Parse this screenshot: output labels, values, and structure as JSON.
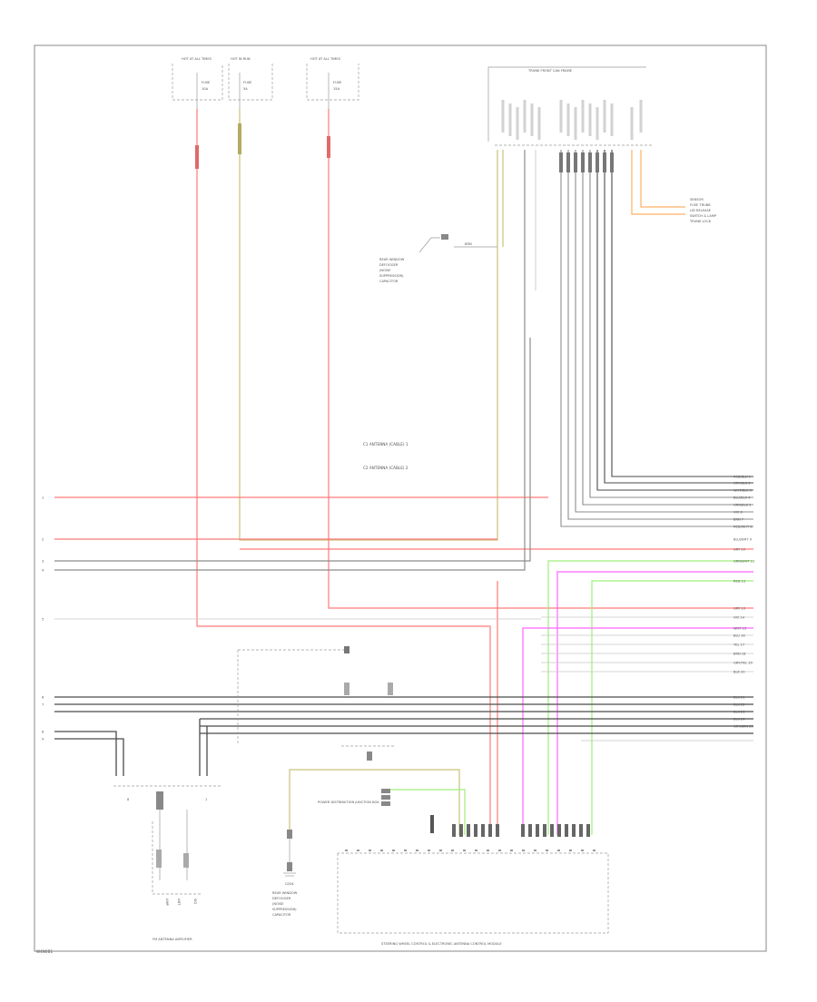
{
  "diagram": {
    "footer_code": "W4N0B1",
    "labels": {
      "antenna_connector_1": "C1 ANTENNA (CABLE) 1",
      "antenna_connector_2": "C2 ANTENNA (CABLE) 2",
      "frame_connector": "TRUNK FRONT CAN FRAME",
      "module_bottom": "STEERING WHEEL CONTROL & ELECTRONIC ANTENNA CONTROL MODULE",
      "antenna_amplifier": "FM ANTENNA AMPLIFIER",
      "ground": "G204",
      "junction_box_note": "POWER DISTRIBUTION JUNCTION BOX",
      "fuse_1": "HOT AT ALL TIMES",
      "fuse_2": "HOT IN RUN",
      "fuse_3": "HOT AT ALL TIMES"
    },
    "wire_colors": {
      "red": "#ff7a7a",
      "yellow": "#c9c27a",
      "gray": "#8c8c8c",
      "black": "#4a4a4a",
      "green": "#9ef07a",
      "magenta": "#ff66ff",
      "orange": "#ffb066",
      "light": "#c8c8c8"
    },
    "right_terminals": [
      "RED/BLK 1",
      "GRY/BLK 2",
      "WHT/BLK 3",
      "BLU/BLK 4",
      "GRN/BLK 5",
      "VIO 6",
      "BRN 7",
      "RED/WHT 8",
      "BLU/WHT 9",
      "GRY 10",
      "GRN/WHT 11",
      "RED 12",
      "GRY 13",
      "VIO 14",
      "WHT 15",
      "BLU 16",
      "YEL 17",
      "BRN 18",
      "GRY/YEL 19",
      "BLK 20",
      "BLK 21",
      "BLK 22",
      "BLK 23",
      "BLK 24",
      "GRY/BRN 25"
    ],
    "left_terminals": [
      "1",
      "2",
      "3",
      "4",
      "5",
      "6",
      "7",
      "8",
      "9"
    ]
  }
}
